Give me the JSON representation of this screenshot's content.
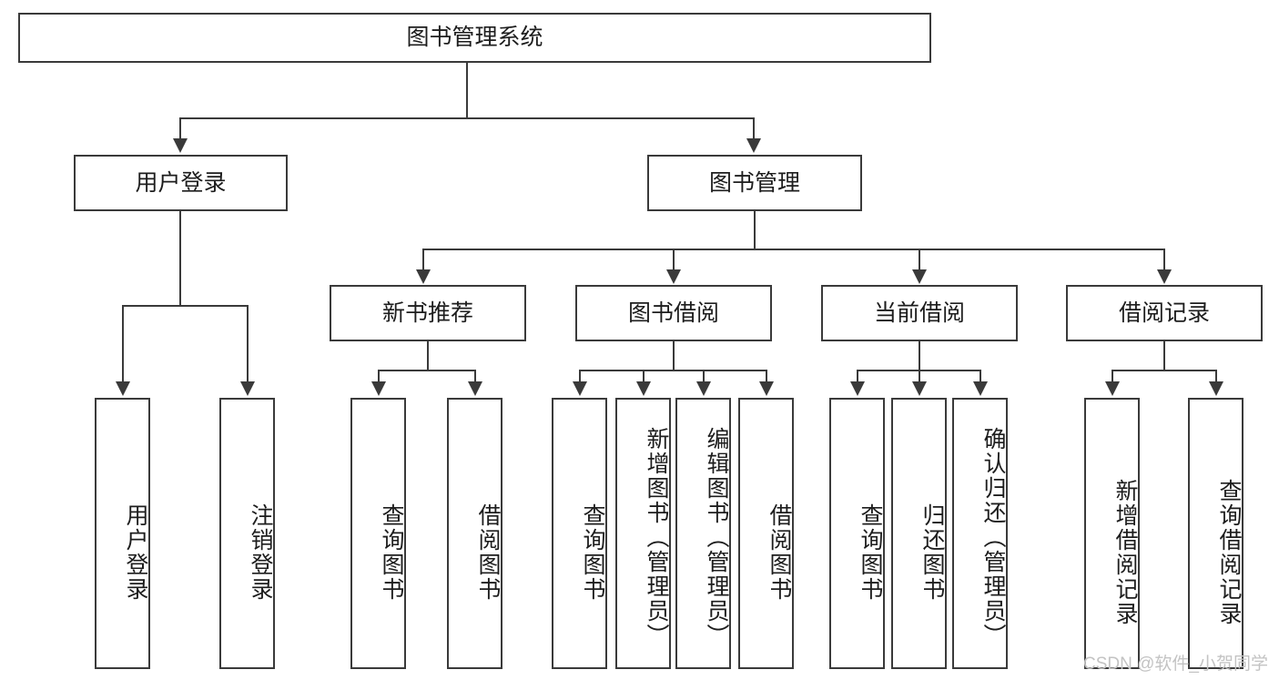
{
  "diagram": {
    "title": "图书管理系统",
    "watermark": "CSDN @软件_小贺同学",
    "style": {
      "border_color": "#3a3a3a",
      "background": "#ffffff",
      "text_color": "#1d1d1d",
      "watermark_color": "#c3c3c3"
    },
    "root": {
      "label": "图书管理系统"
    },
    "level2": [
      {
        "label": "用户登录"
      },
      {
        "label": "图书管理"
      }
    ],
    "level3": [
      {
        "label": "新书推荐"
      },
      {
        "label": "图书借阅"
      },
      {
        "label": "当前借阅"
      },
      {
        "label": "借阅记录"
      }
    ],
    "leaves": {
      "user_login": [
        {
          "label": "用户登录"
        },
        {
          "label": "注销登录"
        }
      ],
      "new_book_recommend": [
        {
          "label": "查询图书"
        },
        {
          "label": "借阅图书"
        }
      ],
      "book_borrow": [
        {
          "label": "查询图书"
        },
        {
          "label": "新增图书（管理员）"
        },
        {
          "label": "编辑图书（管理员）"
        },
        {
          "label": "借阅图书"
        }
      ],
      "current_borrow": [
        {
          "label": "查询图书"
        },
        {
          "label": "归还图书"
        },
        {
          "label": "确认归还（管理员）"
        }
      ],
      "borrow_record": [
        {
          "label": "新增借阅记录"
        },
        {
          "label": "查询借阅记录"
        }
      ]
    }
  }
}
